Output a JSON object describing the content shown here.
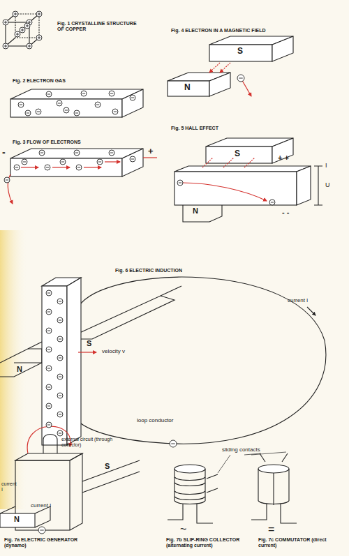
{
  "diagram": {
    "labels": [
      "Fig. 1 CRYSTALLINE STRUCTURE OF COPPER",
      "Fig. 2 ELECTRON GAS",
      "Fig. 3 FLOW OF ELECTRONS",
      "-",
      "+",
      "Fig. 4 ELECTRON IN A MAGNETIC FIELD",
      "S",
      "N",
      "Fig. 5 HALL EFFECT",
      "S",
      "N",
      "+ +",
      "- -",
      "I",
      "U",
      "Fig. 6 ELECTRIC INDUCTION",
      "current I",
      "S",
      "N",
      "velocity v",
      "loop conductor",
      "external circuit (through collector)",
      "current I",
      "S",
      "N",
      "current I",
      "sliding contacts",
      "~",
      "=",
      "Fig. 7a ELECTRIC GENERATOR (dynamo)",
      "Fig. 7b SLIP-RING COLLECTOR (alternating current)",
      "Fig. 7c COMMUTATOR (direct current)"
    ]
  }
}
